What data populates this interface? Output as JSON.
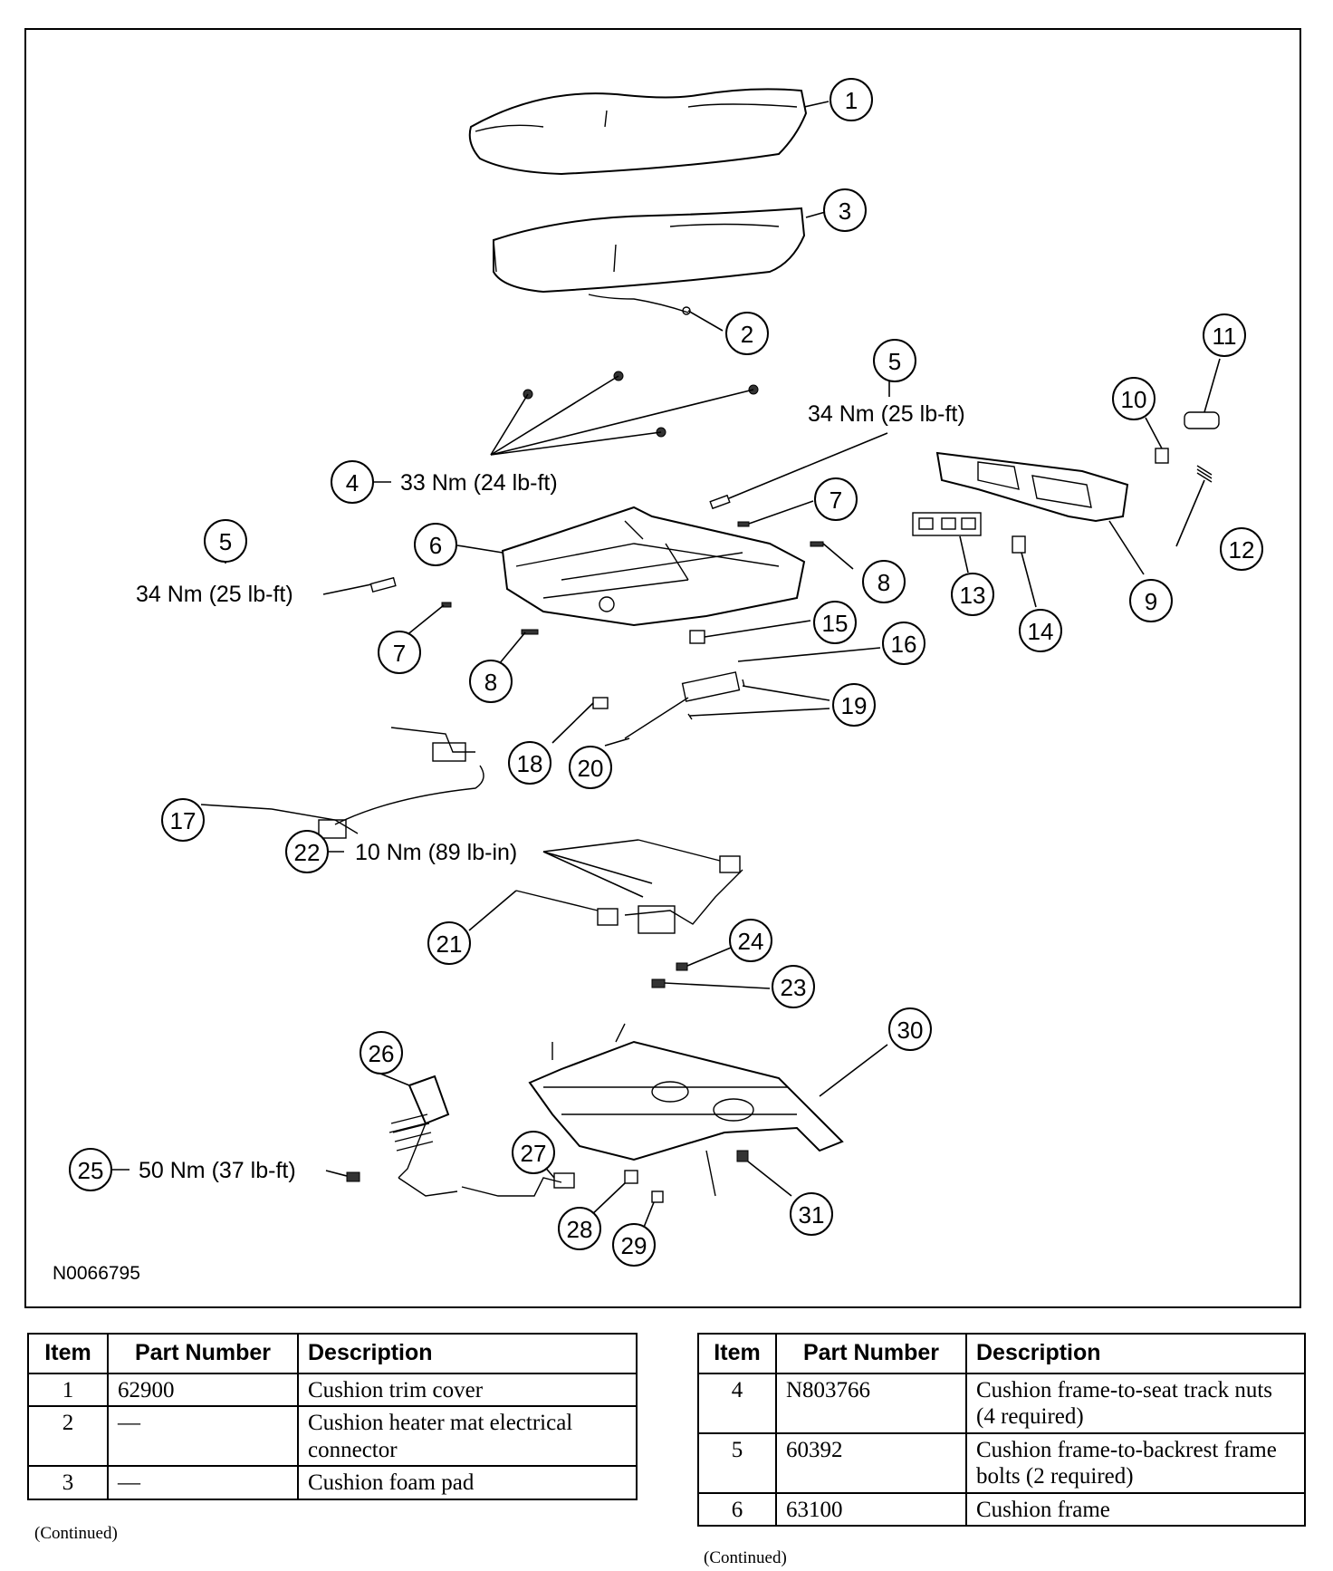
{
  "figure": {
    "id": "N0066795",
    "callouts": [
      "1",
      "2",
      "3",
      "4",
      "5",
      "5",
      "6",
      "7",
      "7",
      "8",
      "8",
      "9",
      "10",
      "11",
      "12",
      "13",
      "14",
      "15",
      "16",
      "17",
      "18",
      "19",
      "20",
      "21",
      "22",
      "23",
      "24",
      "25",
      "26",
      "27",
      "28",
      "29",
      "30",
      "31"
    ],
    "torques": {
      "t4": "33 Nm (24 lb-ft)",
      "t5_right": "34 Nm (25 lb-ft)",
      "t5_left": "34 Nm (25 lb-ft)",
      "t22": "10 Nm (89 lb-in)",
      "t25": "50 Nm (37 lb-ft)"
    }
  },
  "table_left": {
    "headers": [
      "Item",
      "Part Number",
      "Description"
    ],
    "rows": [
      {
        "item": "1",
        "part": "62900",
        "desc": "Cushion trim cover"
      },
      {
        "item": "2",
        "part": "—",
        "desc": "Cushion heater mat electrical connector"
      },
      {
        "item": "3",
        "part": "—",
        "desc": "Cushion foam pad"
      }
    ],
    "footer": "(Continued)"
  },
  "table_right": {
    "headers": [
      "Item",
      "Part Number",
      "Description"
    ],
    "rows": [
      {
        "item": "4",
        "part": "N803766",
        "desc": "Cushion frame-to-seat track nuts (4 required)"
      },
      {
        "item": "5",
        "part": "60392",
        "desc": "Cushion frame-to-backrest frame bolts (2 required)"
      },
      {
        "item": "6",
        "part": "63100",
        "desc": "Cushion frame"
      }
    ],
    "footer": "(Continued)"
  }
}
